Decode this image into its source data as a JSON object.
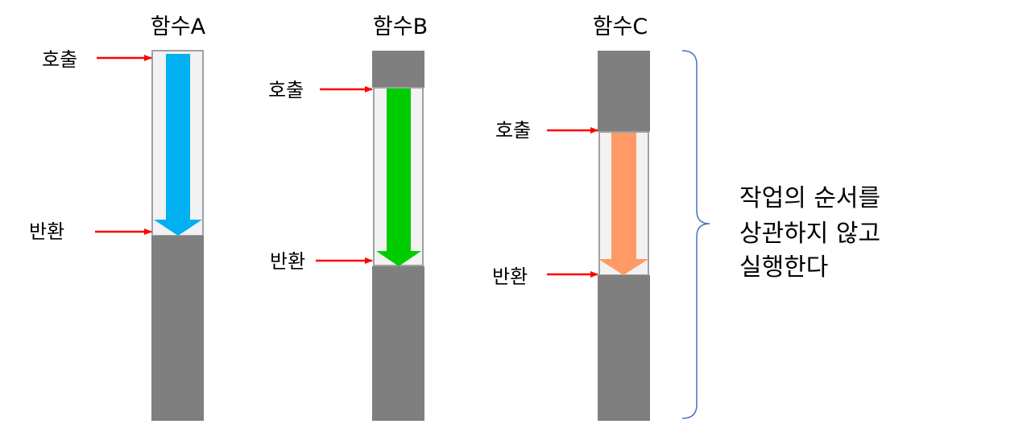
{
  "functions": [
    {
      "title": "함수A",
      "call_label": "호출",
      "return_label": "반환",
      "arrow_color": "#00b0f0",
      "busy_before": 0.0,
      "execution_end": 0.5
    },
    {
      "title": "함수B",
      "call_label": "호출",
      "return_label": "반환",
      "arrow_color": "#00cc00",
      "busy_before": 0.1,
      "execution_end": 0.58
    },
    {
      "title": "함수C",
      "call_label": "호출",
      "return_label": "반환",
      "arrow_color": "#ff9966",
      "busy_before": 0.22,
      "execution_end": 0.6
    }
  ],
  "note": {
    "lines": [
      "작업의 순서를",
      "상관하지 않고",
      "실행한다"
    ]
  },
  "colors": {
    "busy": "#7f7f7f",
    "slot_fill": "#f2f2f2",
    "slot_border": "#a0a0a0",
    "pointer": "#ff0000",
    "brace": "#4472c4"
  }
}
